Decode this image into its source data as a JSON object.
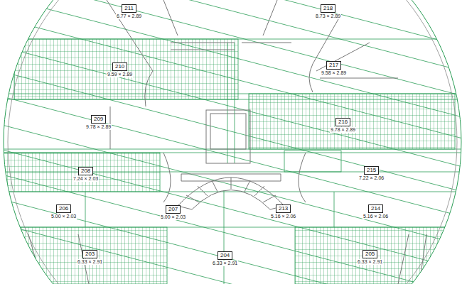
{
  "diagram": {
    "nodes": [
      {
        "text": [
          "211",
          "6.77 × 2.89"
        ]
      },
      {
        "text": [
          "218",
          "8.73 × 2.89"
        ]
      },
      {
        "text": [
          "217",
          "9.58 × 2.89"
        ]
      },
      {
        "text": [
          "210",
          "9.59 × 2.89"
        ]
      },
      {
        "text": [
          "209",
          "9.78 × 2.89"
        ]
      },
      {
        "text": [
          "216",
          "9.78 × 2.89"
        ]
      },
      {
        "text": [
          "208",
          "7.24 × 2.03"
        ]
      },
      {
        "text": [
          "215",
          "7.22 × 2.06"
        ]
      },
      {
        "text": [
          "206",
          "5.00 × 2.03"
        ]
      },
      {
        "text": [
          "207",
          "5.00 × 2.03"
        ]
      },
      {
        "text": [
          "213",
          "5.16 × 2.06"
        ]
      },
      {
        "text": [
          "214",
          "5.16 × 2.06"
        ]
      },
      {
        "text": [
          "203",
          "6.33 × 2.91"
        ]
      },
      {
        "text": [
          "204",
          "6.33 × 2.91"
        ]
      },
      {
        "text": [
          "205",
          "6.33 × 2.91"
        ]
      }
    ]
  }
}
